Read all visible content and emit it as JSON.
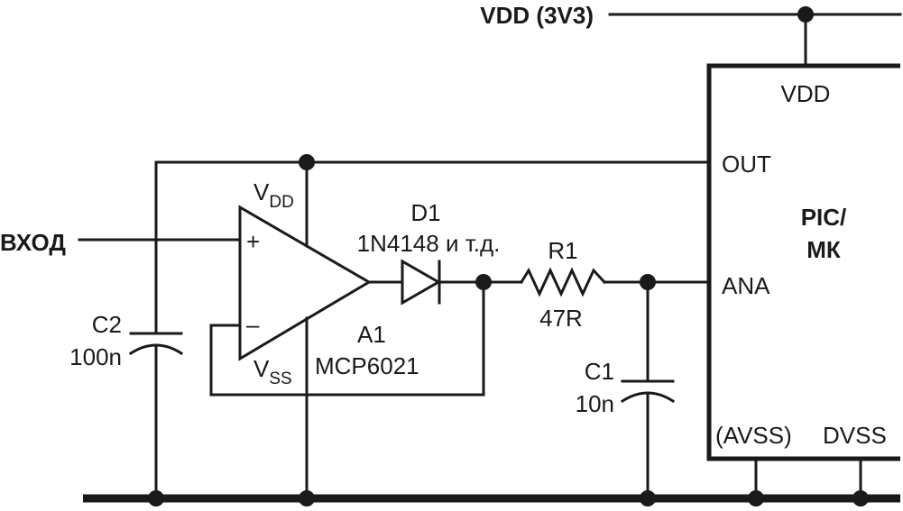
{
  "supply": {
    "label": "VDD (3V3)"
  },
  "input": {
    "label": "ВХОД"
  },
  "mcu": {
    "name_line1": "PIC/",
    "name_line2": "МК",
    "pins": {
      "vdd": "VDD",
      "out": "OUT",
      "ana": "ANA",
      "avss": "(AVSS)",
      "dvss": "DVSS"
    }
  },
  "opamp": {
    "ref": "A1",
    "part": "MCP6021",
    "plus_sign": "+",
    "minus_sign": "–",
    "vdd_letter": "V",
    "vdd_sub": "DD",
    "vss_letter": "V",
    "vss_sub": "SS"
  },
  "diode": {
    "ref": "D1",
    "part": "1N4148 и т.д."
  },
  "resistor": {
    "ref": "R1",
    "value": "47R"
  },
  "capacitor_c1": {
    "ref": "C1",
    "value": "10n"
  },
  "capacitor_c2": {
    "ref": "C2",
    "value": "100n"
  }
}
